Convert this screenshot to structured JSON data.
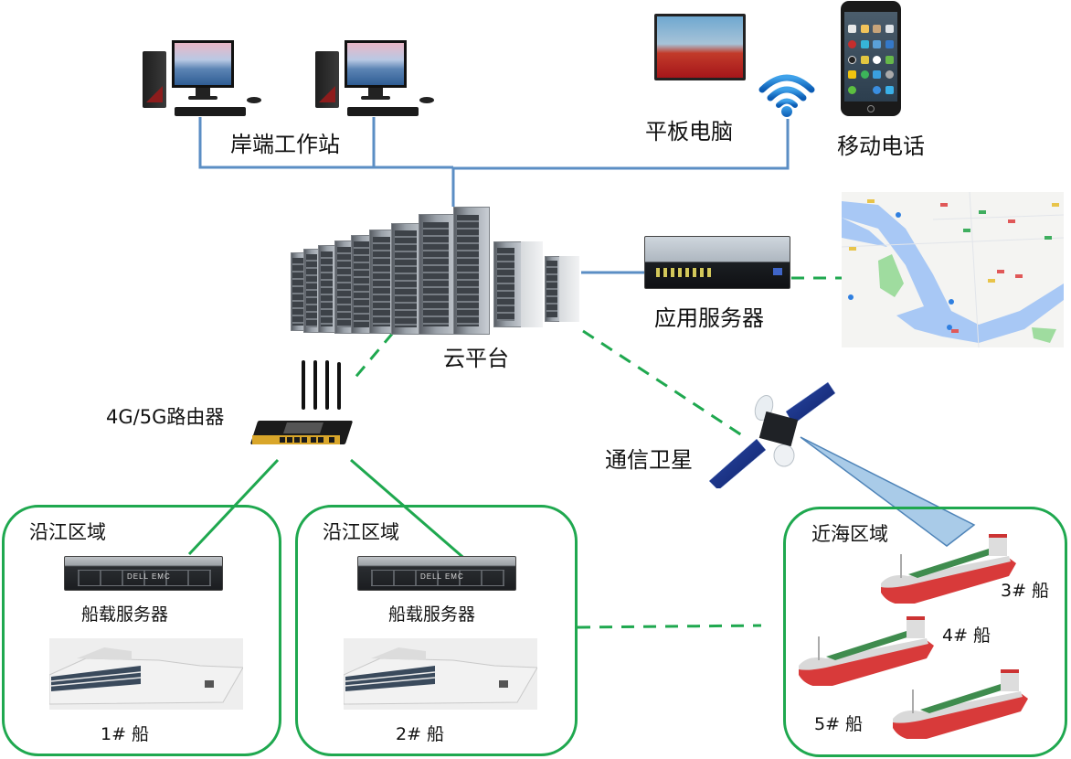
{
  "title": "船舶服务器云平台通信网络架构图",
  "nodes": {
    "shore_workstations": {
      "label": "岸端工作站",
      "icon": "desktop-computer-icon",
      "count": 2
    },
    "tablet": {
      "label": "平板电脑",
      "icon": "tablet-icon"
    },
    "wifi": {
      "icon": "wifi-icon"
    },
    "mobile_phone": {
      "label": "移动电话",
      "icon": "mobile-phone-icon"
    },
    "cloud_platform": {
      "label": "云平台",
      "icon": "server-rack-cluster-icon"
    },
    "app_server": {
      "label": "应用服务器",
      "icon": "rack-server-icon"
    },
    "map": {
      "icon": "map-thumbnail-icon"
    },
    "router": {
      "label": "4G/5G路由器",
      "icon": "router-icon"
    },
    "satellite": {
      "label": "通信卫星",
      "icon": "satellite-icon"
    }
  },
  "regions": [
    {
      "label": "沿江区域",
      "server_label": "船载服务器",
      "server_brand": "DELL EMC",
      "ships": [
        {
          "label": "1# 船",
          "type": "cruise"
        }
      ]
    },
    {
      "label": "沿江区域",
      "server_label": "船载服务器",
      "server_brand": "DELL EMC",
      "ships": [
        {
          "label": "2# 船",
          "type": "cruise"
        }
      ]
    },
    {
      "label": "近海区域",
      "ships": [
        {
          "label": "3# 船",
          "type": "cargo"
        },
        {
          "label": "4# 船",
          "type": "cargo"
        },
        {
          "label": "5# 船",
          "type": "cargo"
        }
      ]
    }
  ],
  "connections": [
    {
      "from": "shore_workstations",
      "to": "cloud_platform",
      "style": "solid",
      "color": "#5b8ec4"
    },
    {
      "from": "wifi",
      "to": "cloud_platform",
      "style": "solid",
      "color": "#5b8ec4"
    },
    {
      "from": "cloud_platform",
      "to": "app_server",
      "style": "solid",
      "color": "#5b8ec4"
    },
    {
      "from": "app_server",
      "to": "map",
      "style": "dashed",
      "color": "#1fa84f"
    },
    {
      "from": "cloud_platform",
      "to": "router",
      "style": "dashed",
      "color": "#1fa84f"
    },
    {
      "from": "cloud_platform",
      "to": "satellite",
      "style": "dashed",
      "color": "#1fa84f"
    },
    {
      "from": "router",
      "to": "region_1_server",
      "style": "solid",
      "color": "#1fa84f"
    },
    {
      "from": "router",
      "to": "region_2_server",
      "style": "solid",
      "color": "#1fa84f"
    },
    {
      "from": "region_2",
      "to": "region_3",
      "style": "dashed",
      "color": "#1fa84f"
    },
    {
      "from": "satellite",
      "to": "region_3",
      "style": "beam",
      "color": "#a9cbe8"
    }
  ],
  "colors": {
    "wired_line": "#5b8ec4",
    "wireless_line": "#1fa84f",
    "region_border": "#1fa84f",
    "satellite_beam": "#a9cbe8"
  }
}
